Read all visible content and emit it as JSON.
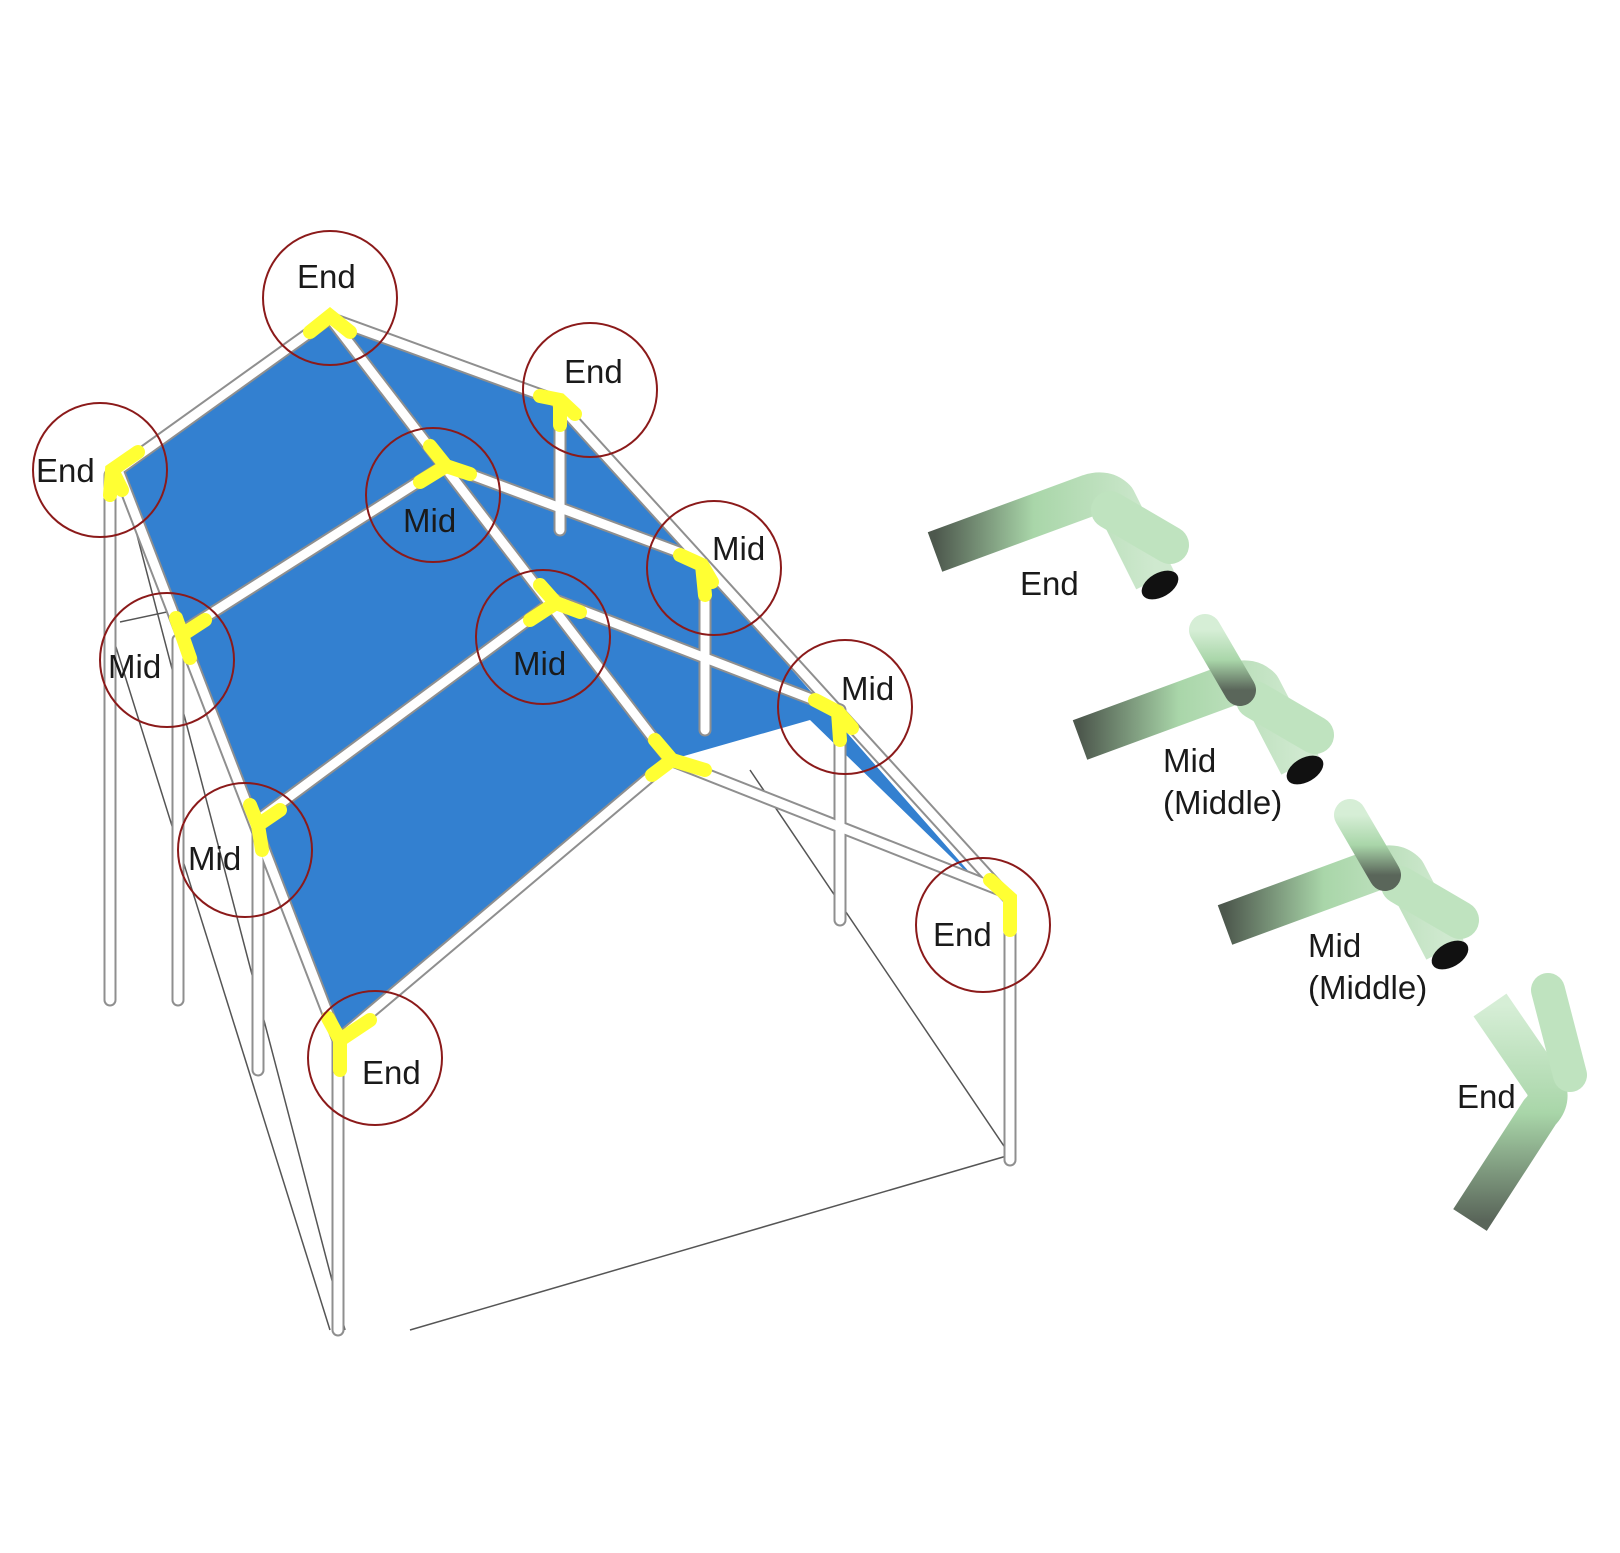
{
  "colors": {
    "canopy": "#3380d0",
    "frame": "#ffffff",
    "frame_outline": "#9a9a9a",
    "connector": "#ffff33",
    "circle": "#8b1a1a",
    "fitting": "#a9d6a9",
    "fitting_shadow": "#4f5a4f"
  },
  "frame_labels": [
    {
      "id": "end-top",
      "text": "End"
    },
    {
      "id": "end-top-right",
      "text": "End"
    },
    {
      "id": "end-left",
      "text": "End"
    },
    {
      "id": "mid-ridge-1",
      "text": "Mid"
    },
    {
      "id": "mid-right-1",
      "text": "Mid"
    },
    {
      "id": "mid-left-1",
      "text": "Mid"
    },
    {
      "id": "mid-ridge-2",
      "text": "Mid"
    },
    {
      "id": "mid-right-2",
      "text": "Mid"
    },
    {
      "id": "mid-left-2",
      "text": "Mid"
    },
    {
      "id": "end-right-bottom",
      "text": "End"
    },
    {
      "id": "end-bottom",
      "text": "End"
    }
  ],
  "fittings": [
    {
      "id": "fitting-end-1",
      "label": "End",
      "sublabel": ""
    },
    {
      "id": "fitting-mid-1",
      "label": "Mid",
      "sublabel": "(Middle)"
    },
    {
      "id": "fitting-mid-2",
      "label": "Mid",
      "sublabel": "(Middle)"
    },
    {
      "id": "fitting-end-2",
      "label": "End",
      "sublabel": ""
    }
  ]
}
